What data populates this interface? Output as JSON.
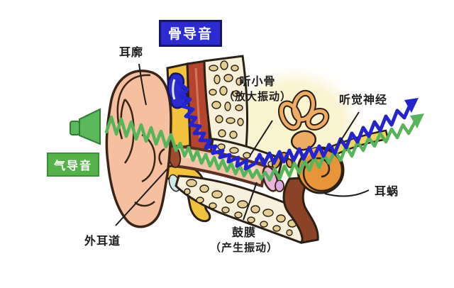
{
  "figure": {
    "bone_conduction_badge": "骨导音",
    "air_conduction_badge": "气导音",
    "auricle_label": "耳廓",
    "ossicles_label": "听小骨",
    "ossicles_note": "（放大振动）",
    "auditory_nerve_label": "听觉神经",
    "ear_canal_label": "外耳道",
    "eardrum_label": "鼓膜",
    "eardrum_note": "（产生振动）",
    "cochlea_label": "耳蜗"
  },
  "colors": {
    "bone_conduction": "#2b2bd0",
    "air_conduction": "#55b24a",
    "bone_wave": "#2424cc",
    "air_wave": "#58b45a",
    "skin": "#f5bfa0",
    "bone": "#f7f0da",
    "bone_pebble": "#e3cd92",
    "cochlea_orange": "#e8953a",
    "muscle_red": "#b5442e",
    "fat_yellow": "#f2c23e",
    "nerve_yellow": "#f0d45c",
    "tube_brown": "#8b4226"
  },
  "icons": {
    "speaker": "speaker-horn"
  }
}
